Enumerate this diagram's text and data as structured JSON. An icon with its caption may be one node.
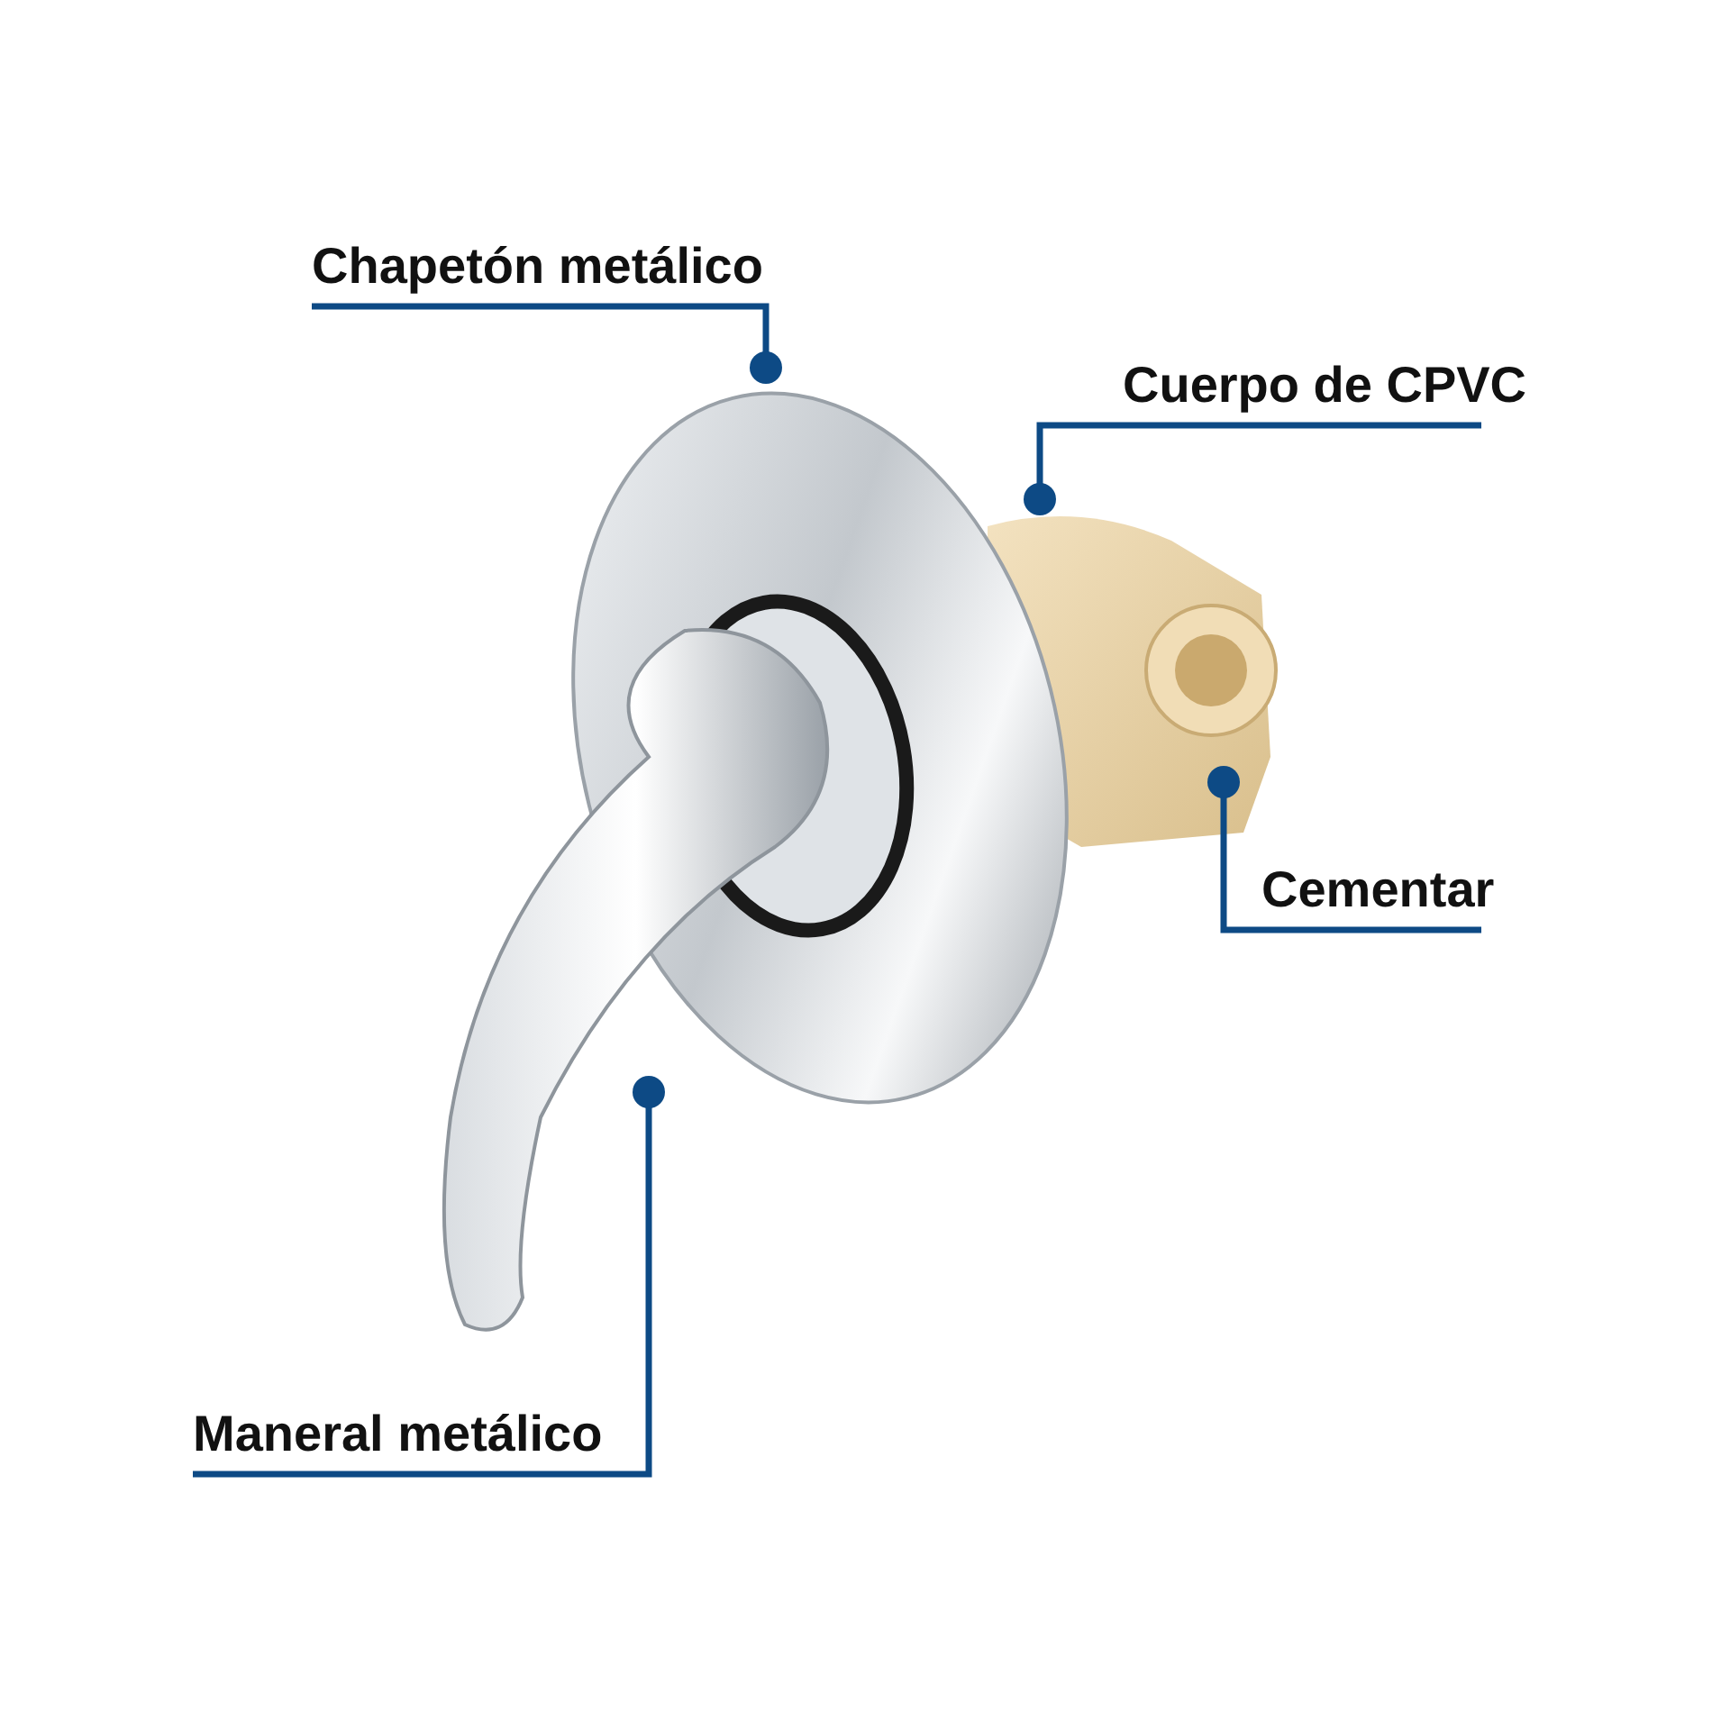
{
  "diagram": {
    "nodes": [
      {
        "text": [
          "Chapetón metálico"
        ]
      },
      {
        "text": [
          "Cuerpo de CPVC"
        ]
      },
      {
        "text": [
          "Cementar"
        ]
      },
      {
        "text": [
          "Maneral metálico"
        ]
      },
      {
        "text": [],
        "shape": "picture"
      },
      {
        "text": [],
        "shape": "picture"
      },
      {
        "text": [],
        "shape": "picture",
        "in": 5
      },
      {
        "text": [],
        "shape": "picture"
      }
    ],
    "edges": [
      {
        "from": 0,
        "to": 4,
        "arrow": "other"
      },
      {
        "from": 1,
        "to": 5,
        "arrow": "other"
      },
      {
        "from": 2,
        "to": 6,
        "arrow": "other"
      },
      {
        "from": 3,
        "to": 7,
        "arrow": "other"
      }
    ]
  }
}
